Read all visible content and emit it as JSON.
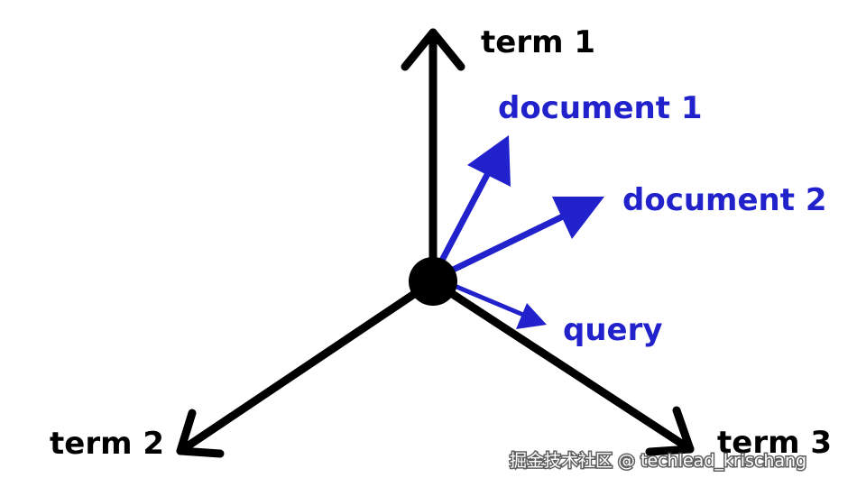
{
  "diagram": {
    "axes": [
      {
        "id": "term1",
        "label": "term 1"
      },
      {
        "id": "term2",
        "label": "term 2"
      },
      {
        "id": "term3",
        "label": "term 3"
      }
    ],
    "vectors": [
      {
        "id": "document1",
        "label": "document 1"
      },
      {
        "id": "document2",
        "label": "document 2"
      },
      {
        "id": "query",
        "label": "query"
      }
    ],
    "colors": {
      "axis": "#000000",
      "vector": "#2222cc"
    }
  },
  "watermark": {
    "text": "掘金技术社区 @ techlead_krischang"
  }
}
